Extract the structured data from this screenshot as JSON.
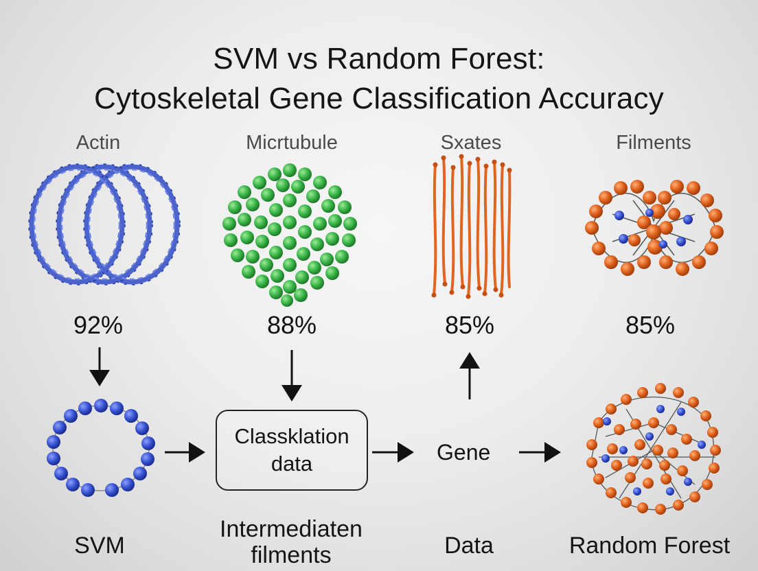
{
  "title": {
    "line1": "SVM vs Random Forest:",
    "line2": "Cytoskeletal Gene Classification Accuracy"
  },
  "columns": [
    {
      "label": "Actin",
      "value": "92%",
      "icon": "blue-helix-rings-icon"
    },
    {
      "label": "Micrtubule",
      "value": "88%",
      "icon": "green-sphere-cluster-icon"
    },
    {
      "label": "Sxates",
      "value": "85%",
      "icon": "orange-filament-strands-icon"
    },
    {
      "label": "Filments",
      "value": "85%",
      "icon": "orange-bead-network-icon"
    }
  ],
  "flow": {
    "box_line1": "Classklation",
    "box_line2": "data",
    "gene_label": "Gene"
  },
  "bottom_labels": {
    "svm": "SVM",
    "intermediate_line1": "Intermediaten",
    "intermediate_line2": "filments",
    "data": "Data",
    "random_forest": "Random Forest"
  },
  "colors": {
    "actin_blue": "#3b55c9",
    "microtubule_green": "#3cb84a",
    "filament_orange": "#e2641f",
    "bead_blue": "#3550d0"
  }
}
